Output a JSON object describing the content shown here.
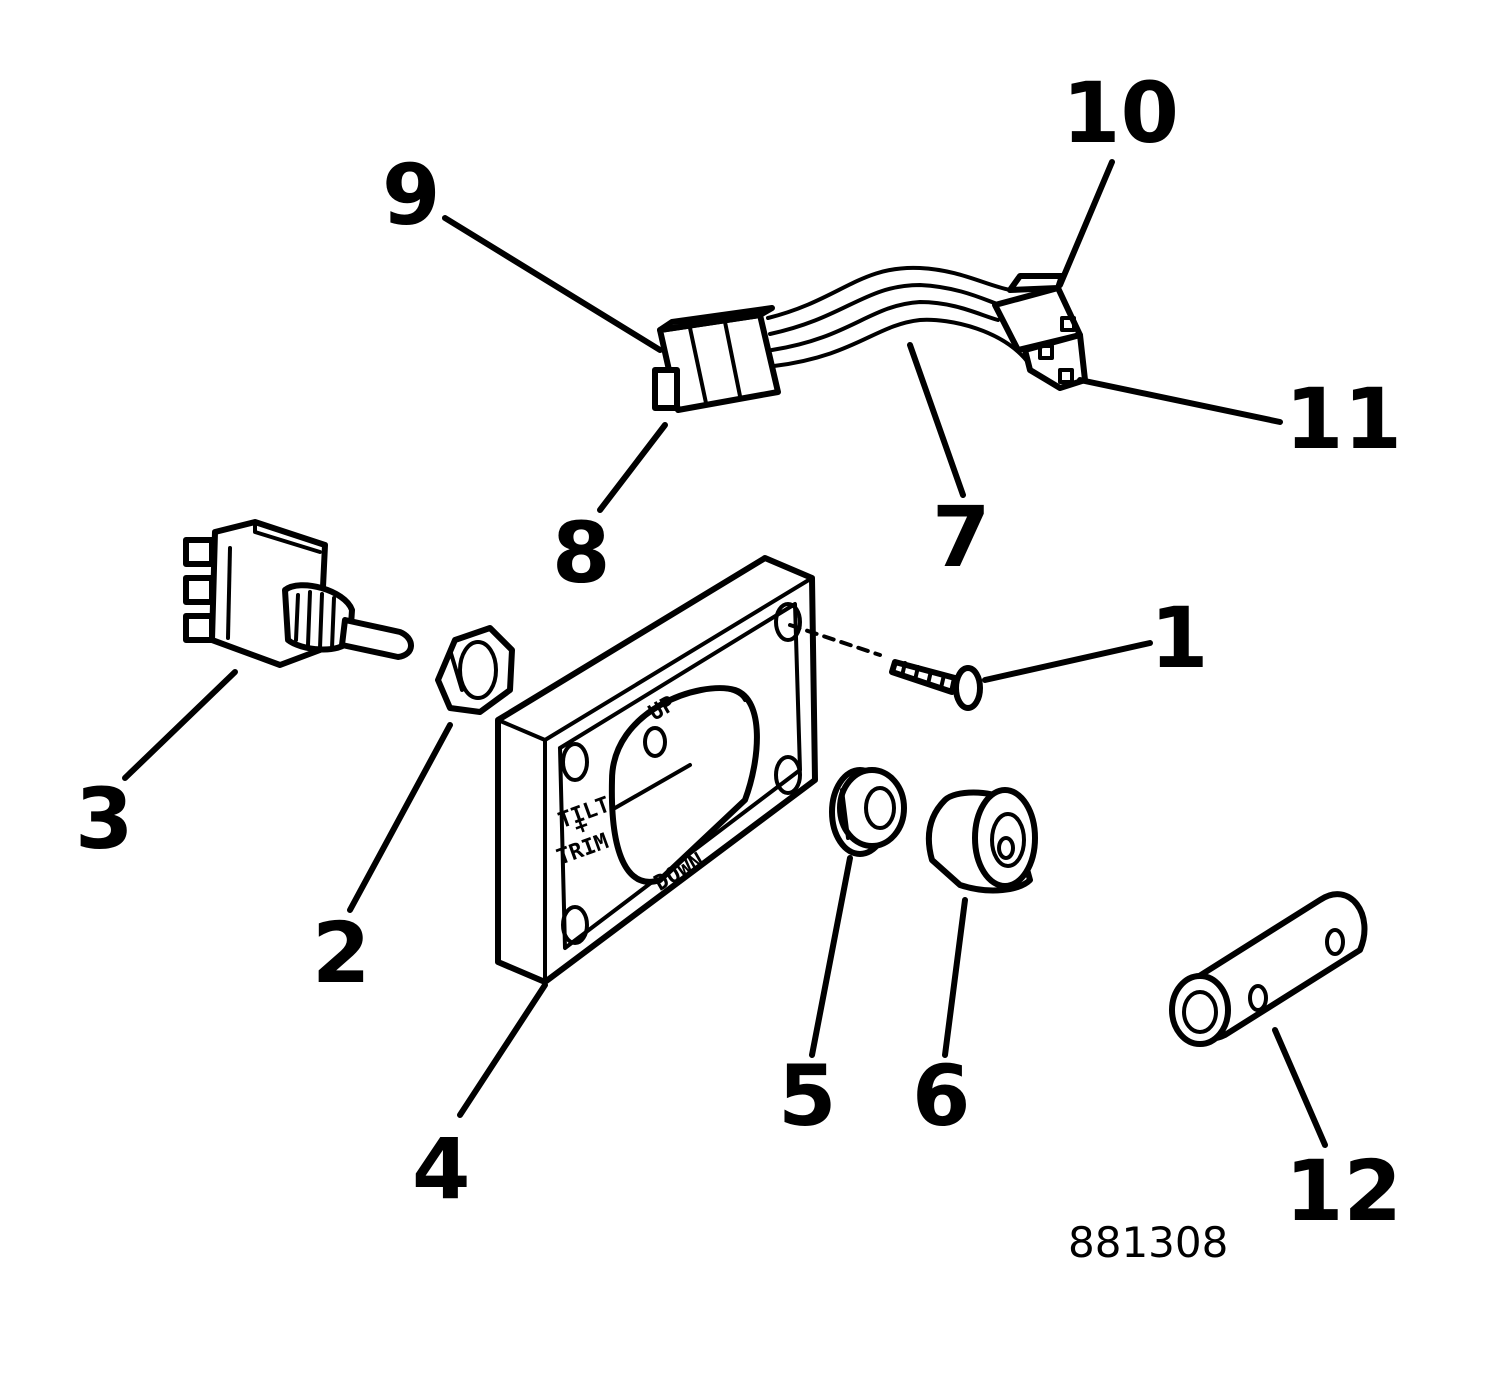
{
  "callouts": {
    "c1": "1",
    "c2": "2",
    "c3": "3",
    "c4": "4",
    "c5": "5",
    "c6": "6",
    "c7": "7",
    "c8": "8",
    "c9": "9",
    "c10": "10",
    "c11": "11",
    "c12": "12"
  },
  "plate": {
    "up": "UP",
    "down": "DOWN",
    "tilt": "TILT",
    "amp": "+",
    "trim": "TRIM"
  },
  "figure_number": "881308",
  "parts_depicted": [
    "screw-icon",
    "hex-nut-icon",
    "toggle-switch-icon",
    "switch-plate-icon",
    "knurled-nut-icon",
    "rubber-boot-icon",
    "wire-harness-icon",
    "connector-icon",
    "connector-terminal-icon",
    "connector-socket-icon",
    "sleeve-icon"
  ]
}
